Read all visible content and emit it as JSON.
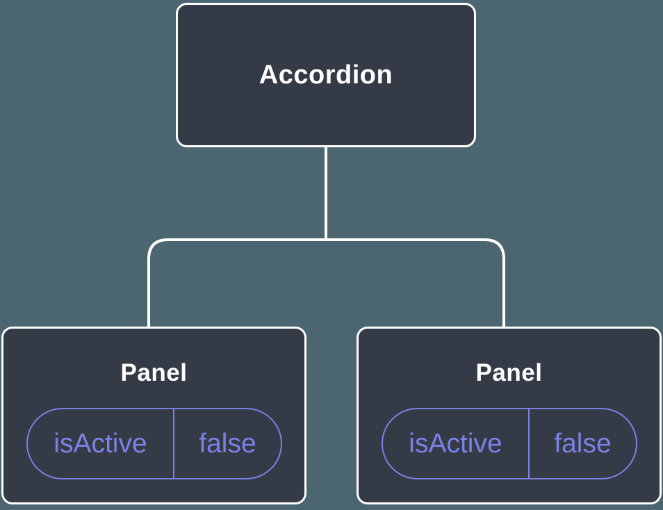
{
  "tree": {
    "root": {
      "label": "Accordion"
    },
    "children": [
      {
        "label": "Panel",
        "prop": {
          "name": "isActive",
          "value": "false"
        }
      },
      {
        "label": "Panel",
        "prop": {
          "name": "isActive",
          "value": "false"
        }
      }
    ]
  },
  "colors": {
    "background": "#4B6670",
    "node_background": "#343A46",
    "node_border": "#FFFFFF",
    "node_text": "#FFFFFF",
    "connector": "#FFFFFF",
    "prop_accent": "#7B82E6"
  }
}
